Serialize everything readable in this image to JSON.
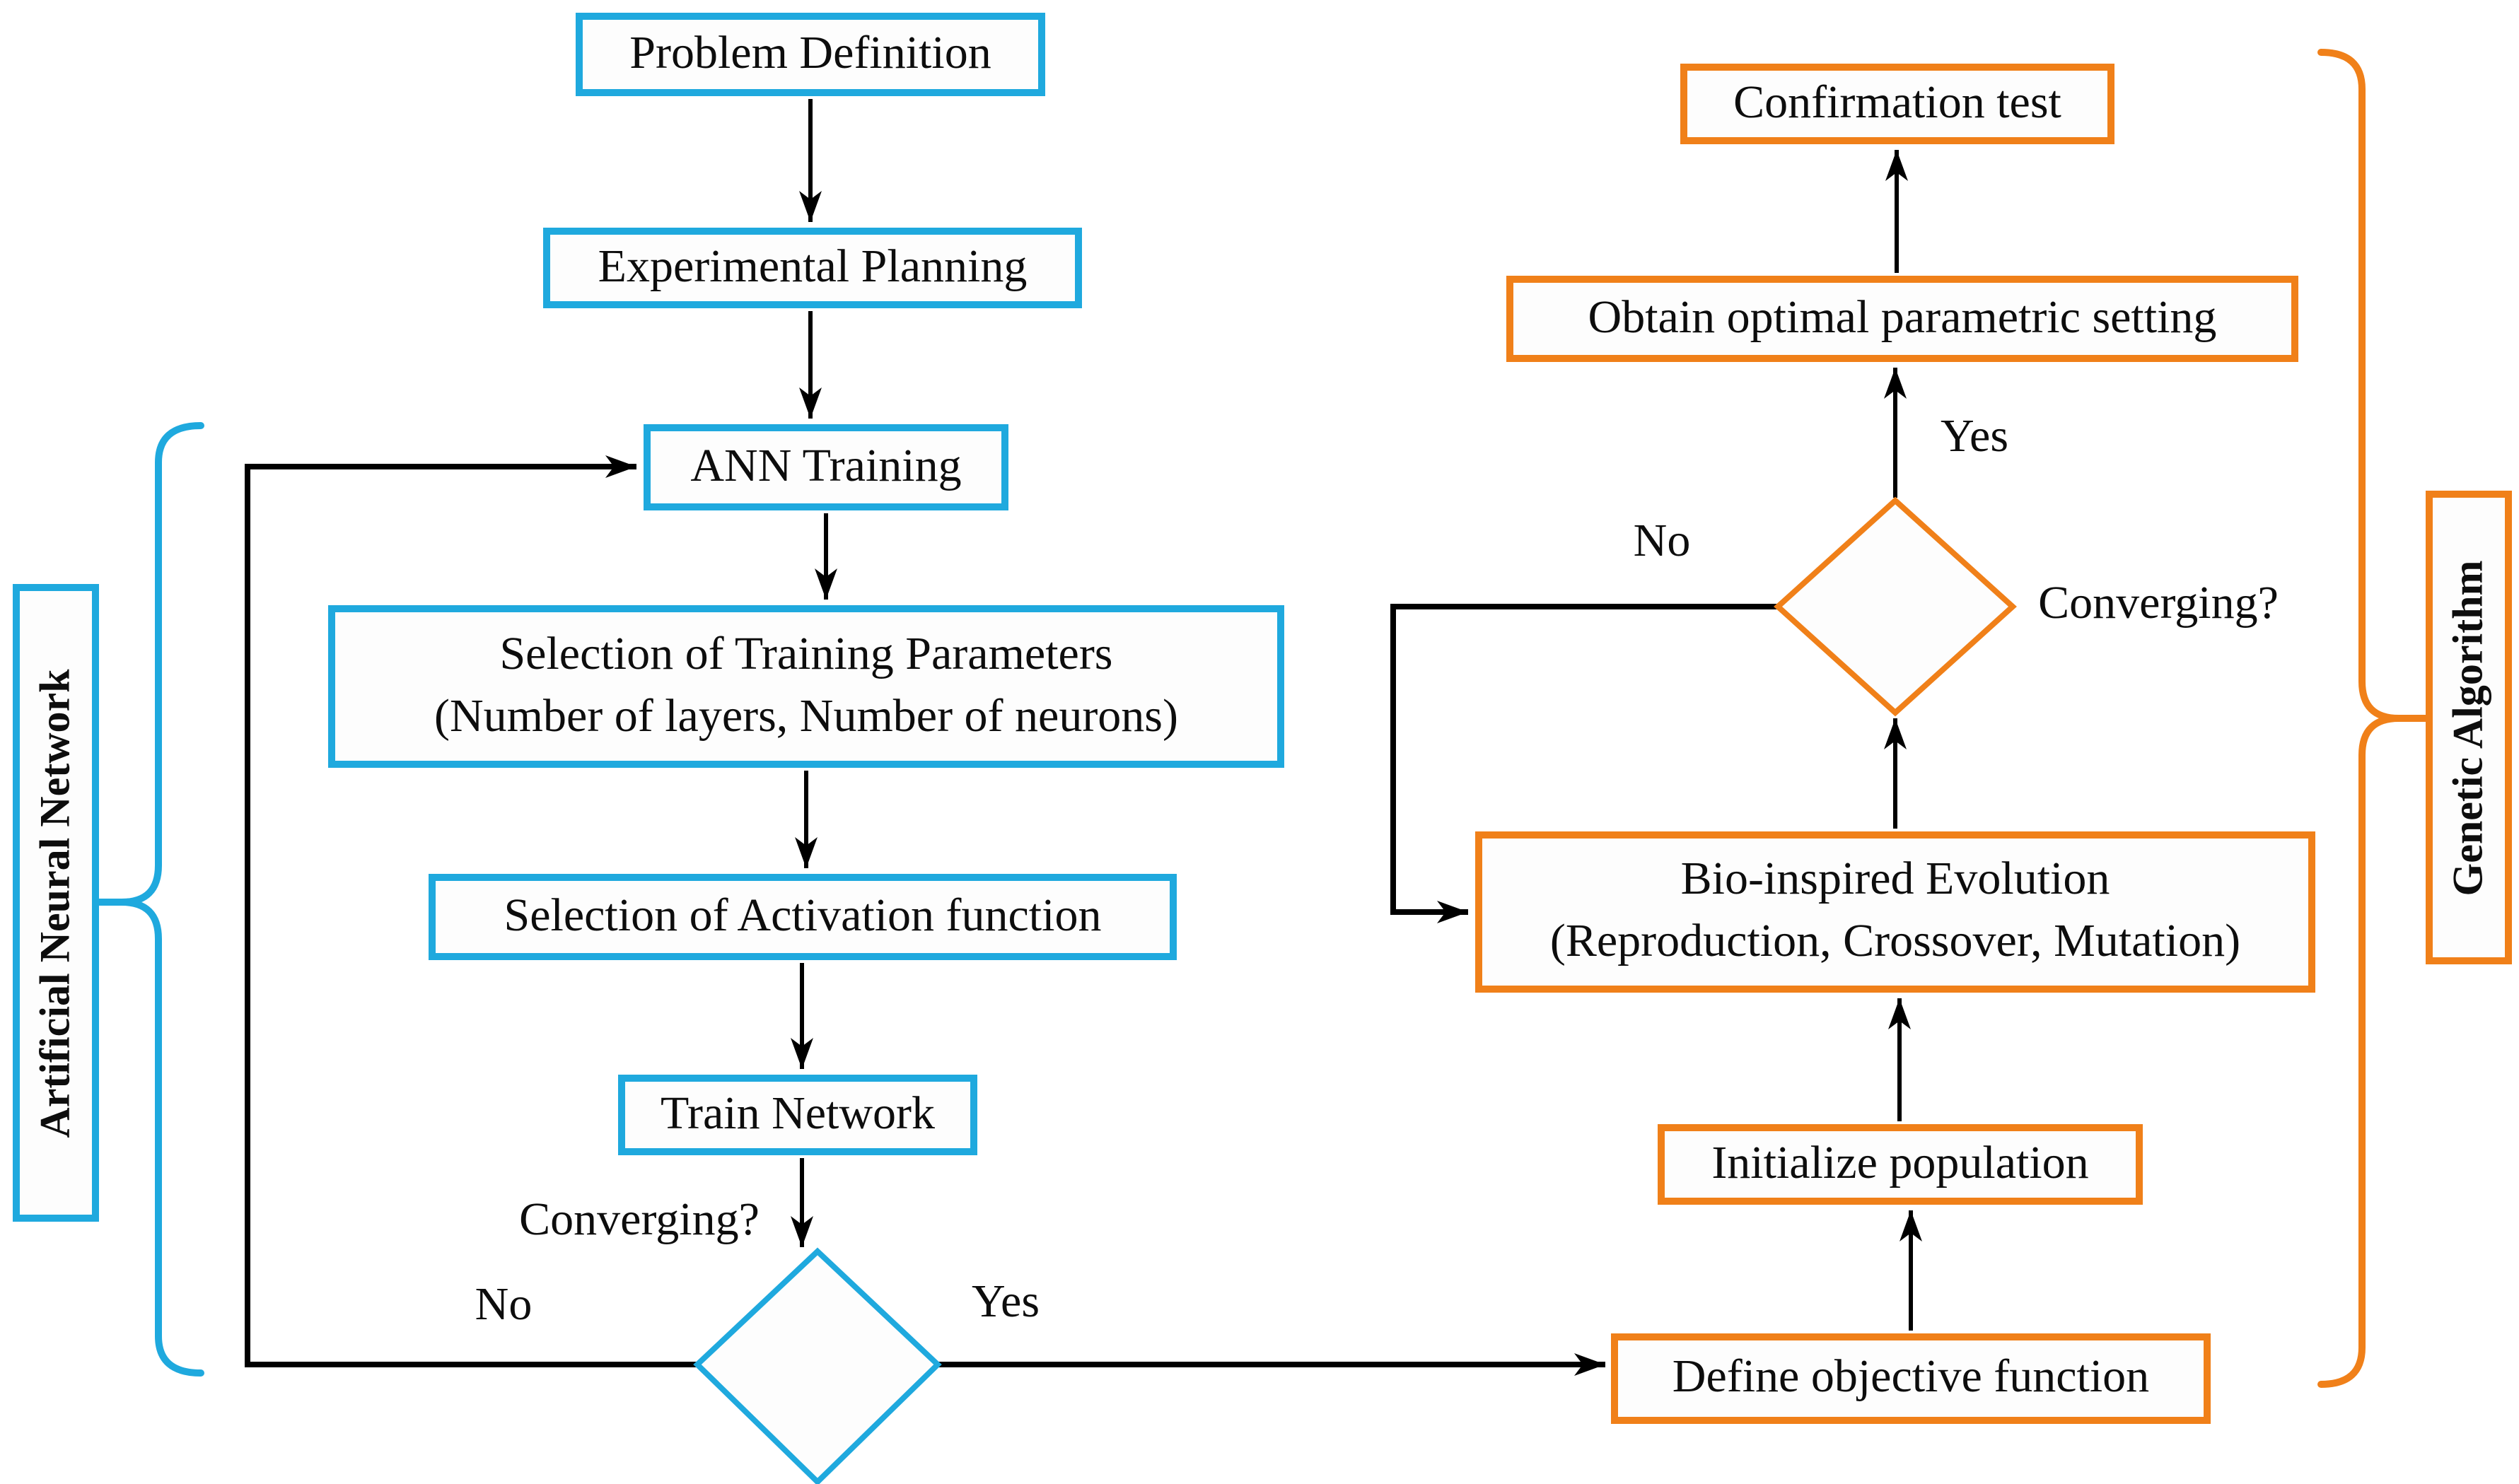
{
  "colors": {
    "ann_accent": "#1fa9de",
    "ga_accent": "#f08019",
    "arrow": "#000000",
    "text": "#0d0d0d",
    "background": "#ffffff"
  },
  "groups": {
    "ann_label": "Artificial Neural Network",
    "ga_label": "Genetic Algorithm"
  },
  "nodes": {
    "problem_definition": "Problem Definition",
    "experimental_planning": "Experimental Planning",
    "ann_training": "ANN Training",
    "selection_training_parameters": {
      "line1": "Selection of Training Parameters",
      "line2": "(Number of layers, Number of neurons)"
    },
    "selection_activation_function": "Selection of Activation function",
    "train_network": "Train Network",
    "define_objective_function": "Define objective function",
    "initialize_population": "Initialize population",
    "bio_inspired_evolution": {
      "line1": "Bio-inspired Evolution",
      "line2": "(Reproduction, Crossover, Mutation)"
    },
    "obtain_optimal_parametric_setting": "Obtain optimal parametric setting",
    "confirmation_test": "Confirmation test"
  },
  "decisions": {
    "ann_converging": {
      "question": "Converging?",
      "no": "No",
      "yes": "Yes"
    },
    "ga_converging": {
      "question": "Converging?",
      "no": "No",
      "yes": "Yes"
    }
  }
}
